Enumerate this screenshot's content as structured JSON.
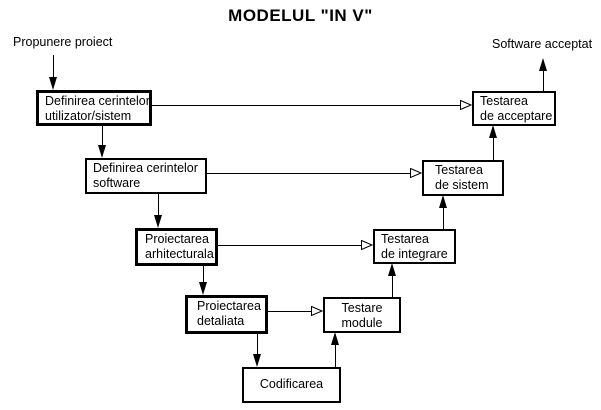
{
  "title": "MODELUL \"IN V\"",
  "labels": {
    "input": "Propunere proiect",
    "output": "Software acceptat"
  },
  "boxes": [
    {
      "name": "definirea-cerintelor-utilizator-sistem",
      "line1": "Definirea cerintelor",
      "line2": "utilizator/sistem"
    },
    {
      "name": "definirea-cerintelor-software",
      "line1": "Definirea cerintelor",
      "line2": "software"
    },
    {
      "name": "proiectarea-arhitecturala",
      "line1": "Proiectarea",
      "line2": "arhitecturala"
    },
    {
      "name": "proiectarea-detaliata",
      "line1": "Proiectarea",
      "line2": "detaliata"
    },
    {
      "name": "codificarea",
      "line1": "Codificarea",
      "line2": ""
    },
    {
      "name": "testare-module",
      "line1": "Testare",
      "line2": "module"
    },
    {
      "name": "testarea-de-integrare",
      "line1": "Testarea",
      "line2": "de integrare"
    },
    {
      "name": "testarea-de-sistem",
      "line1": "Testarea",
      "line2": "de sistem"
    },
    {
      "name": "testarea-de-acceptare",
      "line1": "Testarea",
      "line2": "de acceptare"
    }
  ],
  "colors": {
    "line": "#000000",
    "background": "#ffffff"
  }
}
